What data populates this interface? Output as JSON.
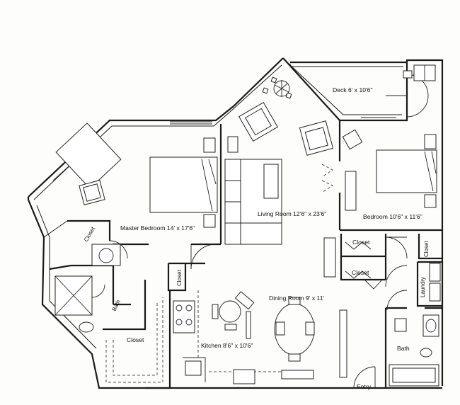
{
  "plan": {
    "rooms": {
      "deck": "Deck 6' x 10'6\"",
      "living": "Living Room 12'6\" x 23'6\"",
      "bedroom": "Bedroom 10'6\" x 11'6\"",
      "master": "Master Bedroom 14' x 17'6\"",
      "dining": "Dining Room 9' x 11'",
      "kitchen": "Kitchen 8'6\" x 10'6\""
    },
    "labels": {
      "closet_master": "Closet",
      "closet_hall": "Closet",
      "closet_bath": "Closet",
      "closet_b1": "Closet",
      "closet_b2": "Closet",
      "closet_side": "Closet",
      "laundry": "Laundry",
      "bath_master": "Bath",
      "bath_second": "Bath",
      "entry": "Entry"
    }
  }
}
